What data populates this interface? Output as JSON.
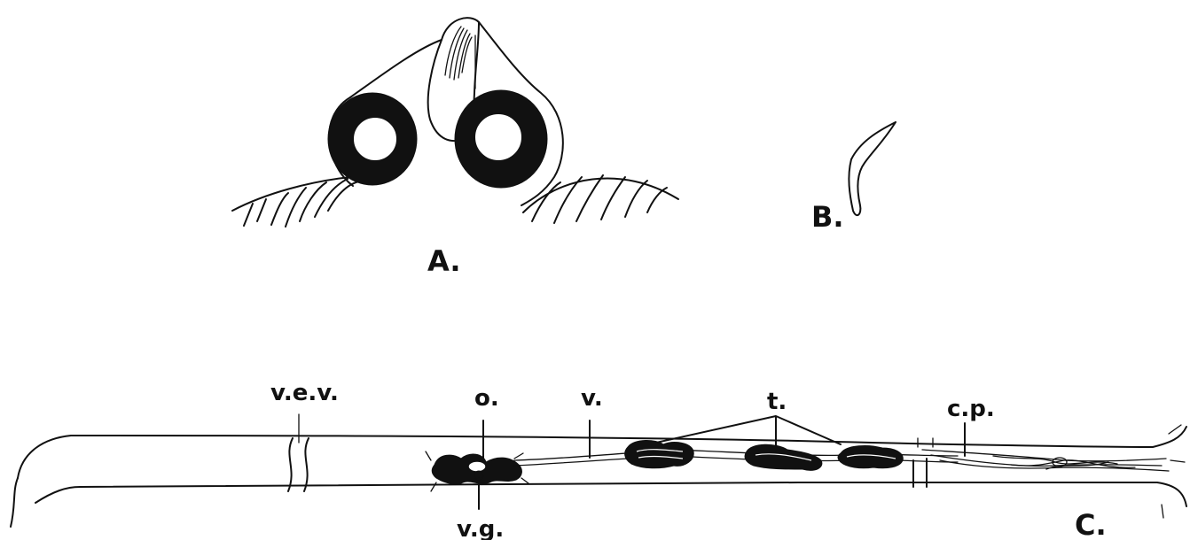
{
  "figure": {
    "panels": [
      {
        "id": "A",
        "label": "A."
      },
      {
        "id": "B",
        "label": "B."
      },
      {
        "id": "C",
        "label": "C."
      }
    ],
    "annotations": {
      "vev": "v.e.v.",
      "o": "o.",
      "v": "v.",
      "t": "t.",
      "cp": "c.p.",
      "vg": "v.g."
    }
  }
}
